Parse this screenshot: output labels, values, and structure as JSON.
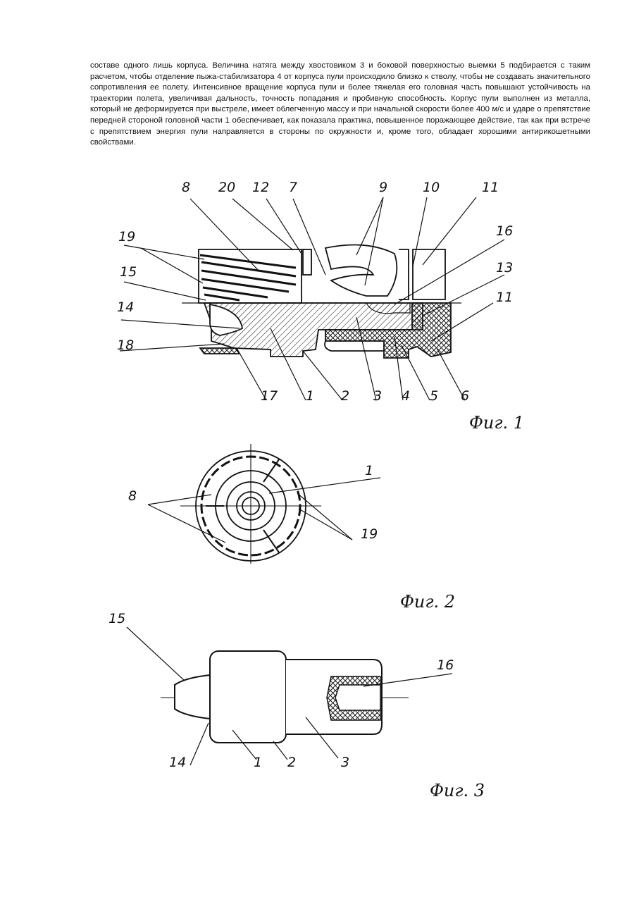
{
  "paragraph": "составе одного лишь корпуса. Величина натяга между хвостовиком 3 и боковой поверхностью выемки 5 подбирается с таким расчетом, чтобы отделение пыжа-стабилизатора 4 от корпуса пули происходило близко к стволу, чтобы не создавать значительного сопротивления ее полету. Интенсивное вращение корпуса пули и более тяжелая его головная часть повышают устойчивость на траектории полета, увеличивая дальность, точность попадания и пробивную способность. Корпус пули выполнен из металла, который не деформируется при выстреле, имеет облегченную массу и при начальной скорости более 400 м/с и ударе о препятствие передней стороной головной части 1 обеспечивает, как показала практика, повышенное поражающее действие, так как при встрече с препятствием энергия пули направляется в стороны по окружности и, кроме того, обладает хорошими антирикошетными свойствами.",
  "fig1": {
    "caption": "Фиг. 1",
    "labels": {
      "l8": "8",
      "l20": "20",
      "l12": "12",
      "l7": "7",
      "l9": "9",
      "l10": "10",
      "l11top": "11",
      "l16": "16",
      "l13": "13",
      "l11": "11",
      "l19": "19",
      "l15": "15",
      "l14": "14",
      "l18": "18",
      "l17": "17",
      "l1": "1",
      "l2": "2",
      "l3": "3",
      "l4": "4",
      "l5": "5",
      "l6": "6"
    }
  },
  "fig2": {
    "caption": "Фиг. 2",
    "labels": {
      "l8": "8",
      "l1": "1",
      "l19": "19"
    }
  },
  "fig3": {
    "caption": "Фиг. 3",
    "labels": {
      "l15": "15",
      "l16": "16",
      "l14": "14",
      "l1": "1",
      "l2": "2",
      "l3": "3"
    }
  }
}
